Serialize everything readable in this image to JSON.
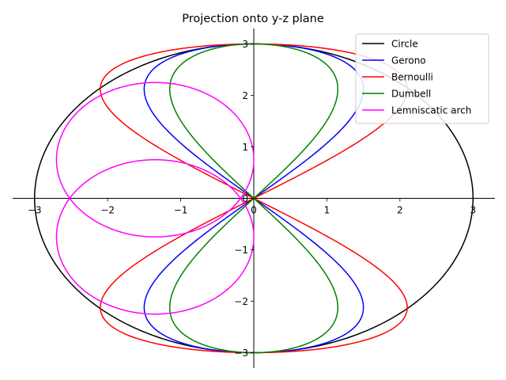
{
  "chart_data": {
    "type": "line",
    "title": "Projection onto y-z plane",
    "xlabel": "",
    "ylabel": "",
    "xlim": [
      -3.3,
      3.3
    ],
    "ylim": [
      -3.3,
      3.3
    ],
    "x_ticks": [
      -3,
      -2,
      -1,
      0,
      1,
      2,
      3
    ],
    "y_ticks": [
      -3,
      -2,
      -1,
      0,
      1,
      2,
      3
    ],
    "x_tick_labels": [
      "−3",
      "−2",
      "−1",
      "0",
      "1",
      "2",
      "3"
    ],
    "y_tick_labels": [
      "−3",
      "−2",
      "−1",
      "0",
      "1",
      "2",
      "3"
    ],
    "spines": "centered at origin",
    "grid": false,
    "legend_position": "top-right",
    "series": [
      {
        "name": "Circle",
        "color": "#000000",
        "equation": "y = 3 cos t, z = 3 sin t",
        "y_range": [
          -3,
          3
        ],
        "z_range": [
          -3,
          3
        ]
      },
      {
        "name": "Gerono",
        "color": "#0000ff",
        "equation": "y = 1.5 sin 2t, z = 3 sin t",
        "y_range": [
          -1.5,
          1.5
        ],
        "z_range": [
          -3,
          3
        ]
      },
      {
        "name": "Bernoulli",
        "color": "#ff0000",
        "equation": "y = 2.1 sin 2t, z = 3 sin t",
        "y_range": [
          -2.1,
          2.1
        ],
        "z_range": [
          -3,
          3
        ]
      },
      {
        "name": "Dumbell",
        "color": "#008000",
        "equation": "y = 1.15 sin 2t, z = 3 sin t",
        "y_range": [
          -1.15,
          1.15
        ],
        "z_range": [
          -3,
          3
        ]
      },
      {
        "name": "Lemniscatic arch",
        "color": "#ff00ff",
        "equation": "y = -1.35 + 1.35 cos t, z = 0.75 + 1.5 sin t (and mirrored lobe z = -0.75 + 1.5 sin t)",
        "y_range": [
          -2.7,
          0.2
        ],
        "z_range": [
          -2.25,
          2.25
        ]
      }
    ]
  }
}
